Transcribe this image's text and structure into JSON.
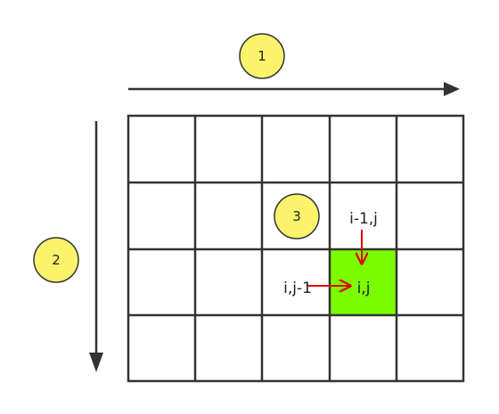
{
  "badges": [
    {
      "label": "1"
    },
    {
      "label": "2"
    },
    {
      "label": "3"
    }
  ],
  "grid": {
    "rows": 4,
    "cols": 5,
    "highlight_row": 2,
    "highlight_col": 3
  },
  "cells": {
    "above_label": "i-1,j",
    "left_label": "i,j-1",
    "current_label": "i,j"
  },
  "colors": {
    "grid_line": "#333333",
    "highlight_fill": "#7cfc00",
    "badge_fill": "#fbf36b",
    "badge_stroke": "#333333",
    "arrow_main": "#333333",
    "arrow_dependency": "#e00000"
  }
}
